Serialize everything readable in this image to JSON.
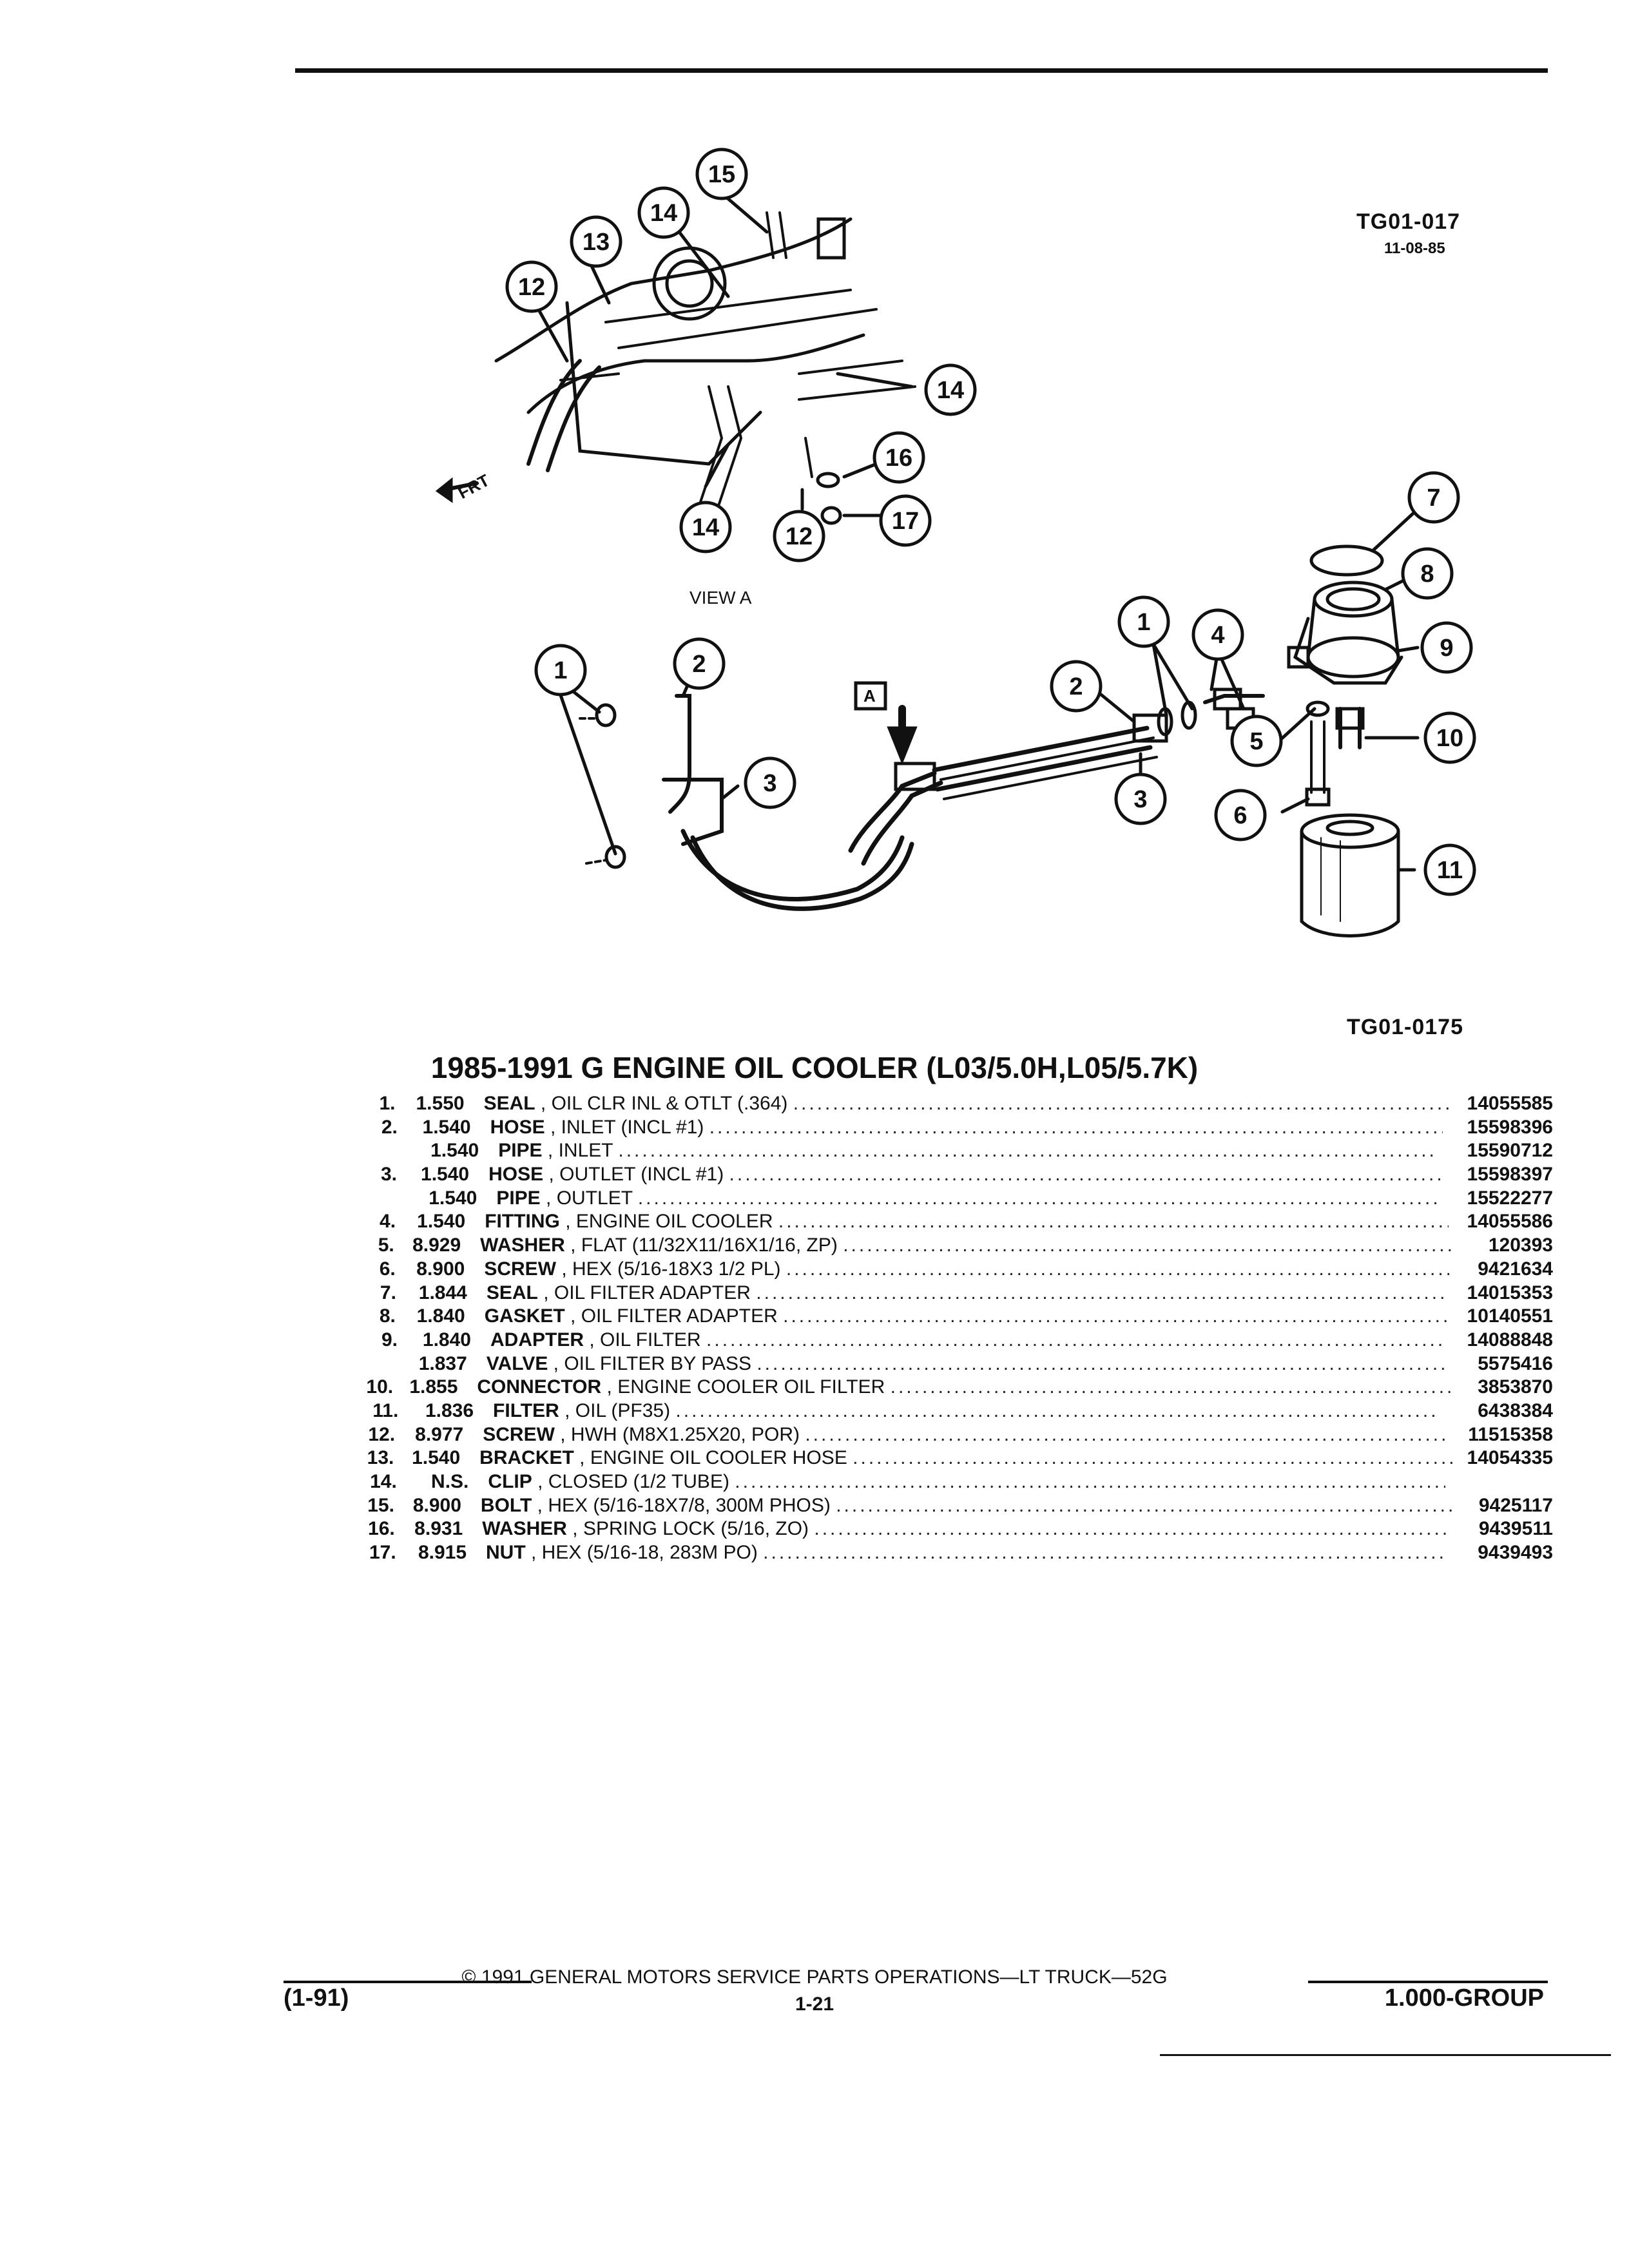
{
  "diagram": {
    "code_top": "TG01-017",
    "date_top": "11-08-85",
    "view_label": "VIEW A",
    "front_label": "FRT",
    "callout_a": "A",
    "code_bottom": "TG01-0175",
    "callouts": [
      "15",
      "14",
      "13",
      "12",
      "14",
      "16",
      "14",
      "12",
      "17",
      "7",
      "8",
      "1",
      "4",
      "9",
      "1",
      "2",
      "2",
      "3",
      "3",
      "5",
      "10",
      "6",
      "11"
    ]
  },
  "title": "1985-1991 G ENGINE OIL COOLER (L03/5.0H,L05/5.7K)",
  "parts": [
    {
      "num": "1.",
      "group": "1.550",
      "name": "SEAL",
      "desc": ", OIL CLR INL & OTLT (.364)",
      "pn": "14055585"
    },
    {
      "num": "2.",
      "group": "1.540",
      "name": "HOSE",
      "desc": ", INLET (INCL #1)",
      "pn": "15598396"
    },
    {
      "num": "",
      "group": "1.540",
      "name": "PIPE",
      "desc": ", INLET",
      "pn": "15590712"
    },
    {
      "num": "3.",
      "group": "1.540",
      "name": "HOSE",
      "desc": ", OUTLET (INCL #1)",
      "pn": "15598397"
    },
    {
      "num": "",
      "group": "1.540",
      "name": "PIPE",
      "desc": ", OUTLET",
      "pn": "15522277"
    },
    {
      "num": "4.",
      "group": "1.540",
      "name": "FITTING",
      "desc": ", ENGINE OIL COOLER",
      "pn": "14055586"
    },
    {
      "num": "5.",
      "group": "8.929",
      "name": "WASHER",
      "desc": ", FLAT (11/32X11/16X1/16, ZP)",
      "pn": "120393"
    },
    {
      "num": "6.",
      "group": "8.900",
      "name": "SCREW",
      "desc": ", HEX (5/16-18X3 1/2 PL)",
      "pn": "9421634"
    },
    {
      "num": "7.",
      "group": "1.844",
      "name": "SEAL",
      "desc": ", OIL FILTER ADAPTER",
      "pn": "14015353"
    },
    {
      "num": "8.",
      "group": "1.840",
      "name": "GASKET",
      "desc": ", OIL FILTER ADAPTER",
      "pn": "10140551"
    },
    {
      "num": "9.",
      "group": "1.840",
      "name": "ADAPTER",
      "desc": ", OIL FILTER",
      "pn": "14088848"
    },
    {
      "num": "",
      "group": "1.837",
      "name": "VALVE",
      "desc": ", OIL FILTER BY PASS",
      "pn": "5575416"
    },
    {
      "num": "10.",
      "group": "1.855",
      "name": "CONNECTOR",
      "desc": ", ENGINE COOLER OIL FILTER",
      "pn": "3853870"
    },
    {
      "num": "11.",
      "group": "1.836",
      "name": "FILTER",
      "desc": ", OIL (PF35)",
      "pn": "6438384"
    },
    {
      "num": "12.",
      "group": "8.977",
      "name": "SCREW",
      "desc": ", HWH (M8X1.25X20, POR)",
      "pn": "11515358"
    },
    {
      "num": "13.",
      "group": "1.540",
      "name": "BRACKET",
      "desc": ", ENGINE OIL COOLER HOSE",
      "pn": "14054335"
    },
    {
      "num": "14.",
      "group": "N.S.",
      "name": "CLIP",
      "desc": ", CLOSED (1/2 TUBE)",
      "pn": ""
    },
    {
      "num": "15.",
      "group": "8.900",
      "name": "BOLT",
      "desc": ", HEX (5/16-18X7/8, 300M PHOS)",
      "pn": "9425117"
    },
    {
      "num": "16.",
      "group": "8.931",
      "name": "WASHER",
      "desc": ", SPRING LOCK (5/16, ZO)",
      "pn": "9439511"
    },
    {
      "num": "17.",
      "group": "8.915",
      "name": "NUT",
      "desc": ", HEX (5/16-18, 283M PO)",
      "pn": "9439493"
    }
  ],
  "footer": {
    "copyright": "© 1991 GENERAL MOTORS SERVICE PARTS OPERATIONS—LT TRUCK—52G",
    "page": "1-21",
    "date_code": "(1-91)",
    "group": "1.000-GROUP"
  }
}
